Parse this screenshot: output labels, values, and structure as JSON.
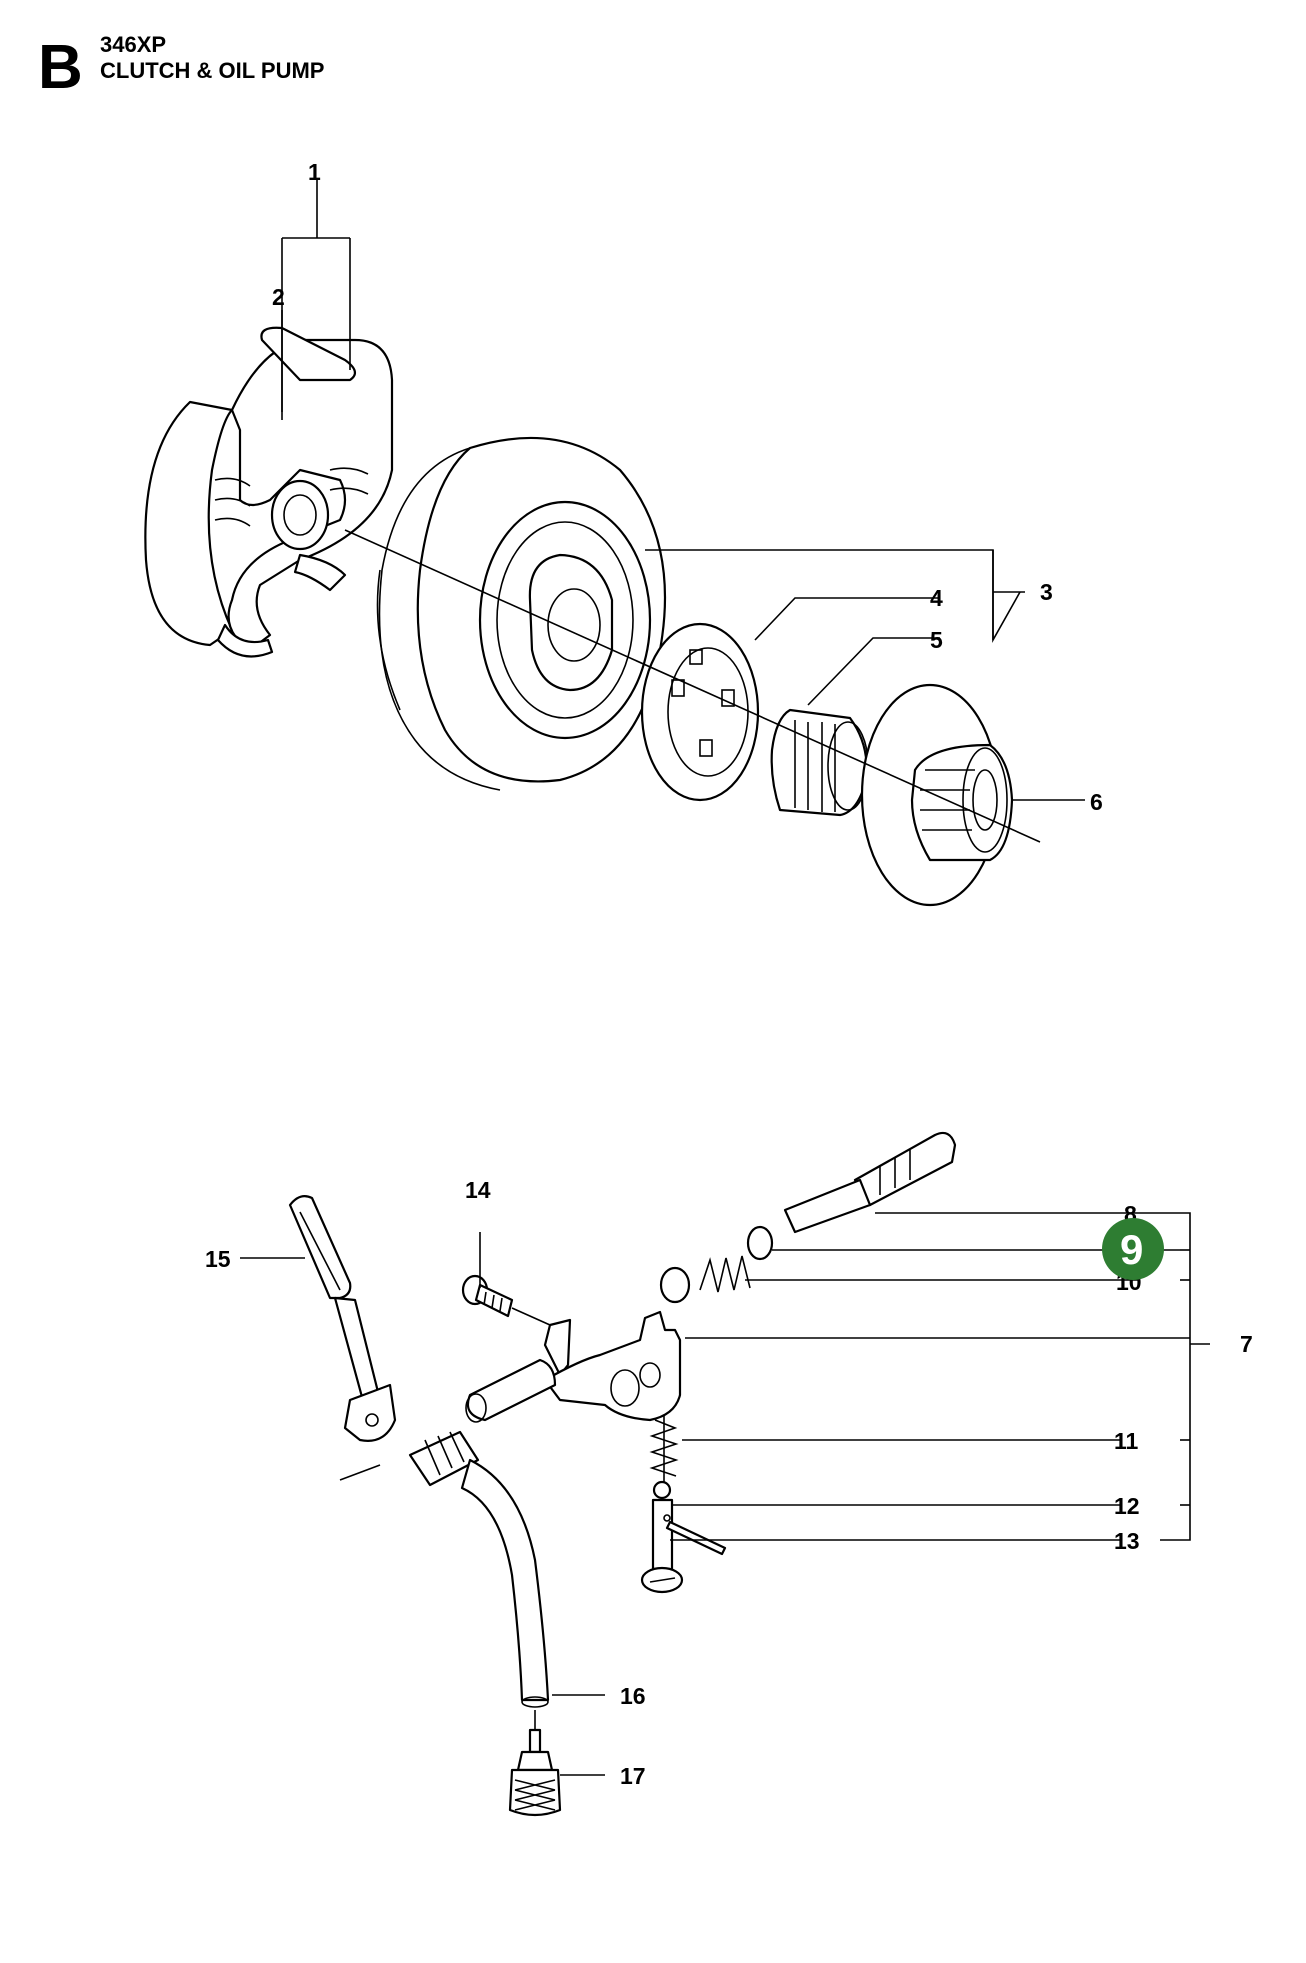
{
  "header": {
    "section_letter": "B",
    "model": "346XP",
    "title": "CLUTCH & OIL PUMP"
  },
  "callouts": {
    "c1": "1",
    "c2": "2",
    "c3": "3",
    "c4": "4",
    "c5": "5",
    "c6": "6",
    "c7": "7",
    "c8": "8",
    "c10": "10",
    "c11": "11",
    "c12": "12",
    "c13": "13",
    "c14": "14",
    "c15": "15",
    "c16": "16",
    "c17": "17"
  },
  "highlight": {
    "label": "9",
    "color": "#2e7d32"
  }
}
